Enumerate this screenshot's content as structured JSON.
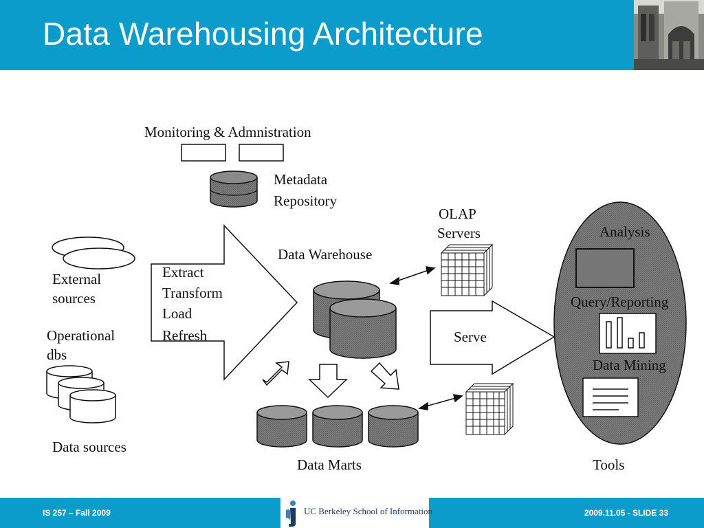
{
  "slide": {
    "title": "Data Warehousing Architecture",
    "header_color": "#0b9ccb",
    "footer_left": "IS 257 – Fall 2009",
    "footer_right": "2009.11.05 - SLIDE 33",
    "logo_text": "UC Berkeley School of Information",
    "header_image_icon": "building-photo"
  },
  "diagram": {
    "monitoring": "Monitoring & Admnistration",
    "metadata_line1": "Metadata",
    "metadata_line2": "Repository",
    "external_line1": "External",
    "external_line2": "sources",
    "operational_line1": "Operational",
    "operational_line2": "dbs",
    "data_sources": "Data sources",
    "etl": [
      "Extract",
      "Transform",
      "Load",
      "Refresh"
    ],
    "data_warehouse": "Data Warehouse",
    "olap_line1": "OLAP",
    "olap_line2": "Servers",
    "serve": "Serve",
    "data_marts": "Data Marts",
    "analysis": "Analysis",
    "query_reporting": "Query/Reporting",
    "data_mining": "Data Mining",
    "tools": "Tools"
  }
}
